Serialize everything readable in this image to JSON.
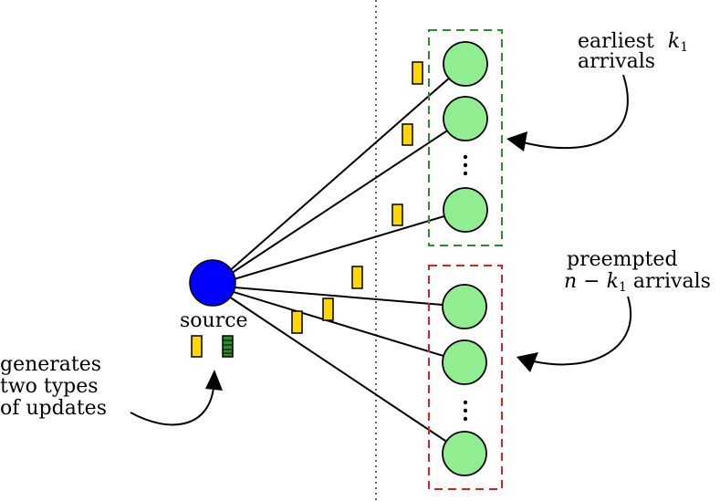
{
  "labels": {
    "source": "source",
    "generates_line1": "generates",
    "generates_line2": "two types",
    "generates_line3": "of updates",
    "earliest_word": "earliest",
    "earliest_k": "k",
    "earliest_sub": "1",
    "earliest_line2": "arrivals",
    "preempted_line1": "preempted",
    "preempted_n": "n",
    "preempted_minus": " − ",
    "preempted_k": "k",
    "preempted_sub": "1",
    "preempted_tail": " arrivals"
  },
  "colors": {
    "source_node": "#0000ff",
    "receiver_node": "#90ee90",
    "packet_yellow": "#ffd700",
    "packet_green": "#2e8b2e",
    "top_box": "#2e8b2e",
    "bottom_box": "#e02020"
  }
}
